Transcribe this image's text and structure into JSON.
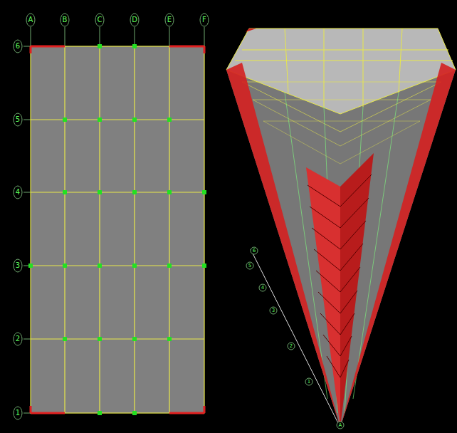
{
  "diagram": {
    "labels": [
      "A",
      "B",
      "C",
      "D",
      "E",
      "F",
      "6",
      "5",
      "4",
      "3",
      "2",
      "1",
      "6",
      "5",
      "4",
      "3",
      "2",
      "1",
      "A"
    ]
  }
}
